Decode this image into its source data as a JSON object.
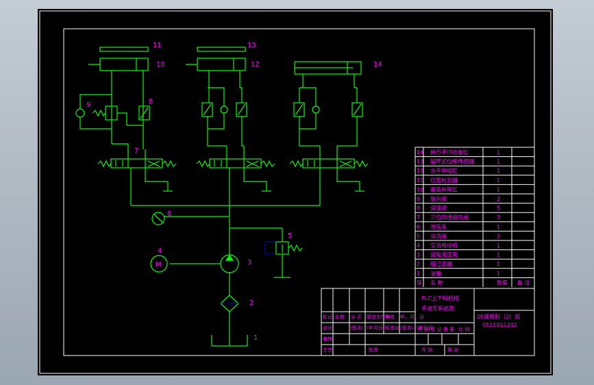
{
  "drawing": {
    "title_line1": "PLC上下料机械",
    "title_line2": "手液压系统图",
    "class_code": "05级机制（2）班",
    "student_id": "0515011202",
    "colors": {
      "background": "#000000",
      "frame": "#ffffff",
      "hydraulic": "#00ff00",
      "labels": "#ff00ff",
      "accent": "#0000ff",
      "table_text": "#ff00ff"
    }
  },
  "components": {
    "n1": "1",
    "n2": "2",
    "n3": "3",
    "n4": "4",
    "n5": "5",
    "n6": "6",
    "n7": "7",
    "n8": "8",
    "n9": "9",
    "n10": "10",
    "n11": "11",
    "n12": "12",
    "n13": "13",
    "n14": "14",
    "motor_symbol": "M"
  },
  "parts_list": {
    "rows": [
      {
        "no": "14",
        "name": "执行手爪往复缸",
        "qty": "1",
        "note": ""
      },
      {
        "no": "13",
        "name": "磁环式位移传感器",
        "qty": "1",
        "note": ""
      },
      {
        "no": "12",
        "name": "水平伸缩缸",
        "qty": "1",
        "note": ""
      },
      {
        "no": "11",
        "name": "位置检测器",
        "qty": "1",
        "note": ""
      },
      {
        "no": "10",
        "name": "垂直升降缸",
        "qty": "1",
        "note": ""
      },
      {
        "no": "9",
        "name": "单向阀",
        "qty": "2",
        "note": ""
      },
      {
        "no": "8",
        "name": "调速阀",
        "qty": "5",
        "note": ""
      },
      {
        "no": "7",
        "name": "三位四通换向阀",
        "qty": "3",
        "note": ""
      },
      {
        "no": "6",
        "name": "液压泵",
        "qty": "1",
        "note": ""
      },
      {
        "no": "5",
        "name": "溢流阀",
        "qty": "2",
        "note": ""
      },
      {
        "no": "4",
        "name": "交流电动机",
        "qty": "1",
        "note": ""
      },
      {
        "no": "3",
        "name": "齿轮液压泵",
        "qty": "1",
        "note": ""
      },
      {
        "no": "2",
        "name": "粗过滤器",
        "qty": "1",
        "note": ""
      },
      {
        "no": "1",
        "name": "油箱",
        "qty": "1",
        "note": ""
      }
    ],
    "header": {
      "no": "序",
      "name": "名 称",
      "qty": "数量",
      "note": "备 注"
    }
  },
  "title_block": {
    "r1": [
      "标记",
      "处数",
      "分 区",
      "更改文件号",
      "签名",
      "年、月、日"
    ],
    "r2": [
      "设计",
      "(签名)",
      "(年月日)",
      "标准化",
      "(签名)",
      "(年月日)"
    ],
    "r3": [
      "审核"
    ],
    "r4": [
      "工艺",
      "批准"
    ],
    "stage": [
      "阶 段 标 记",
      "重 量",
      "比 例"
    ],
    "sheet": [
      "共 张",
      "第 张"
    ]
  }
}
